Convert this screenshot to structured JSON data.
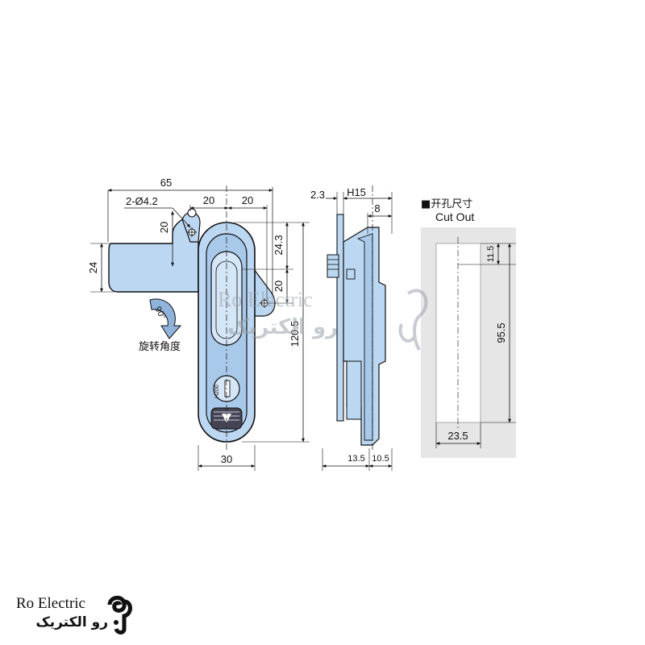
{
  "front_view": {
    "dim_width_top": "65",
    "dim_hole": "2-Ø4.2",
    "dim_20_a": "20",
    "dim_20_b": "20",
    "dim_20_left": "20",
    "dim_24": "24",
    "dim_24_3": "24.3",
    "dim_20_right": "20",
    "dim_120_5": "120.5",
    "dim_30": "30",
    "rotation_angle": "90°",
    "rotation_caption": "旋转角度",
    "lock_code": "H200"
  },
  "side_view": {
    "dim_2_3": "2.3",
    "dim_h15": "H15",
    "dim_8": "8",
    "dim_13_5": "13.5",
    "dim_10_5": "10.5"
  },
  "cutout": {
    "title_cn": "■开孔尺寸",
    "title_en": "Cut Out",
    "dim_11_5": "11.5",
    "dim_95_5": "95.5",
    "dim_23_5": "23.5"
  },
  "watermark": {
    "en": "Ro Electric",
    "fa": "رو الکتریک"
  },
  "brand": {
    "name_en": "Ro Electric",
    "name_fa": "رو الکتریک"
  },
  "colors": {
    "metal_blue": "#bcd7f2",
    "metal_blue_dark": "#8fb3da",
    "outline": "#111111",
    "cutout_bg": "#e6e6e6"
  }
}
